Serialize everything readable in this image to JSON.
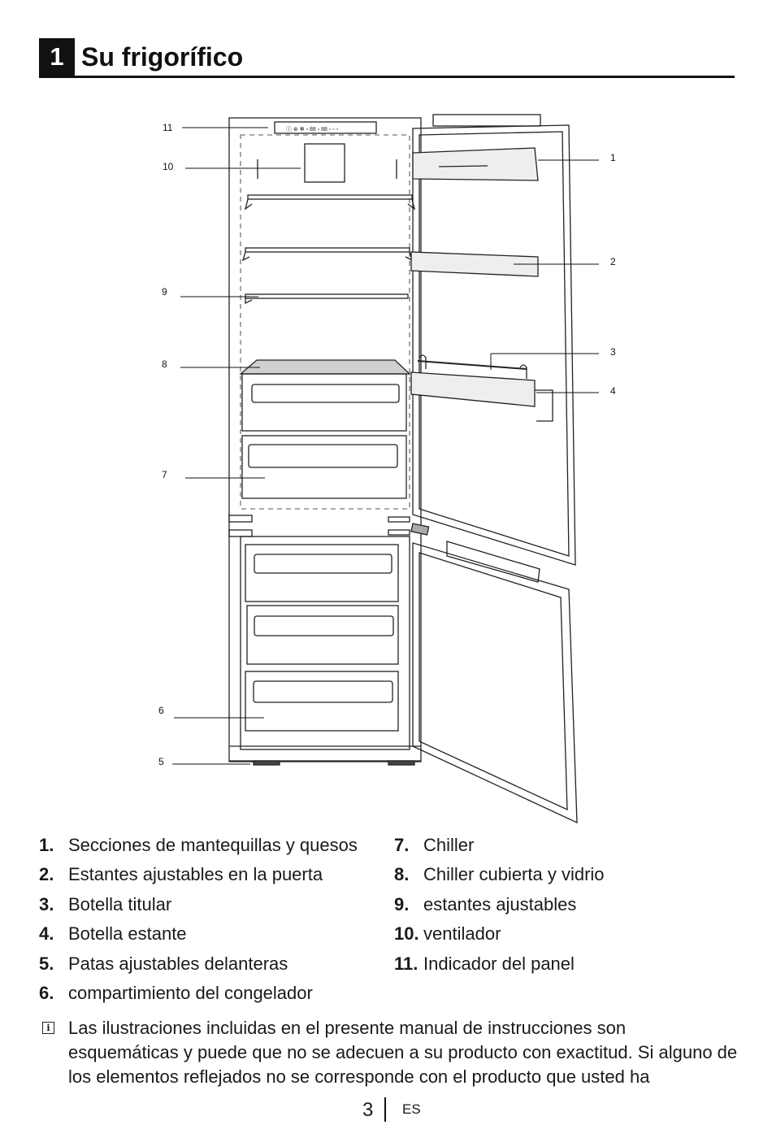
{
  "section": {
    "number": "1",
    "title": "Su frigorífico"
  },
  "figure": {
    "control_panel_symbols": "ⓘ ⊛ ✻ ▫ 88 ▫ 88 ▫ ▫ ▫",
    "callouts": [
      "1",
      "2",
      "3",
      "4",
      "5",
      "6",
      "7",
      "8",
      "9",
      "10",
      "11"
    ]
  },
  "legend": {
    "left": [
      {
        "num": "1.",
        "label": "Secciones de mantequillas y quesos"
      },
      {
        "num": "2.",
        "label": "Estantes ajustables en la puerta"
      },
      {
        "num": "3.",
        "label": "Botella titular"
      },
      {
        "num": "4.",
        "label": "Botella estante"
      },
      {
        "num": "5.",
        "label": "Patas ajustables delanteras"
      },
      {
        "num": "6.",
        "label": "compartimiento del congelador"
      }
    ],
    "right": [
      {
        "num": "7.",
        "label": "Chiller"
      },
      {
        "num": "8.",
        "label": "Chiller cubierta y vidrio"
      },
      {
        "num": "9.",
        "label": "estantes ajustables"
      },
      {
        "num": "10.",
        "label": "ventilador"
      },
      {
        "num": "11.",
        "label": "Indicador del panel"
      }
    ]
  },
  "note": {
    "icon": "info-icon",
    "icon_glyph": "i",
    "text": "Las ilustraciones incluidas en el presente manual de instrucciones son esquemáticas y puede que no se adecuen a su producto con exactitud. Si alguno de los elementos reflejados no se corresponde con el producto que usted ha"
  },
  "footer": {
    "page": "3",
    "lang": "ES"
  }
}
